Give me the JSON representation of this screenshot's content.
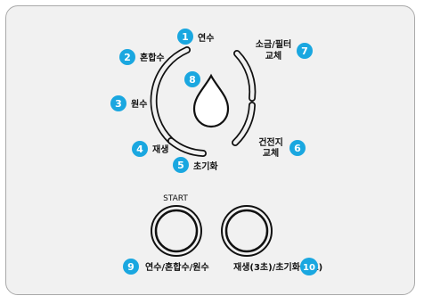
{
  "colors": {
    "badge": "#1aa7e0",
    "panel": "#f1f1f1",
    "stroke": "#111111"
  },
  "dial": {
    "segments": [
      {
        "num": "1",
        "label": "연수"
      },
      {
        "num": "2",
        "label": "혼합수"
      },
      {
        "num": "3",
        "label": "원수"
      },
      {
        "num": "4",
        "label": "재생"
      },
      {
        "num": "5",
        "label": "초기화"
      },
      {
        "num": "6",
        "label_line1": "건전지",
        "label_line2": "교체"
      },
      {
        "num": "7",
        "label_line1": "소금/필터",
        "label_line2": "교체"
      }
    ],
    "center": {
      "num": "8",
      "icon": "water-drop-icon"
    }
  },
  "buttons": {
    "left": {
      "num": "9",
      "top_label": "START",
      "bottom_label": "연수/혼합수/원수"
    },
    "right": {
      "num": "10",
      "bottom_label": "재생(3초)/초기화(7초)"
    }
  }
}
